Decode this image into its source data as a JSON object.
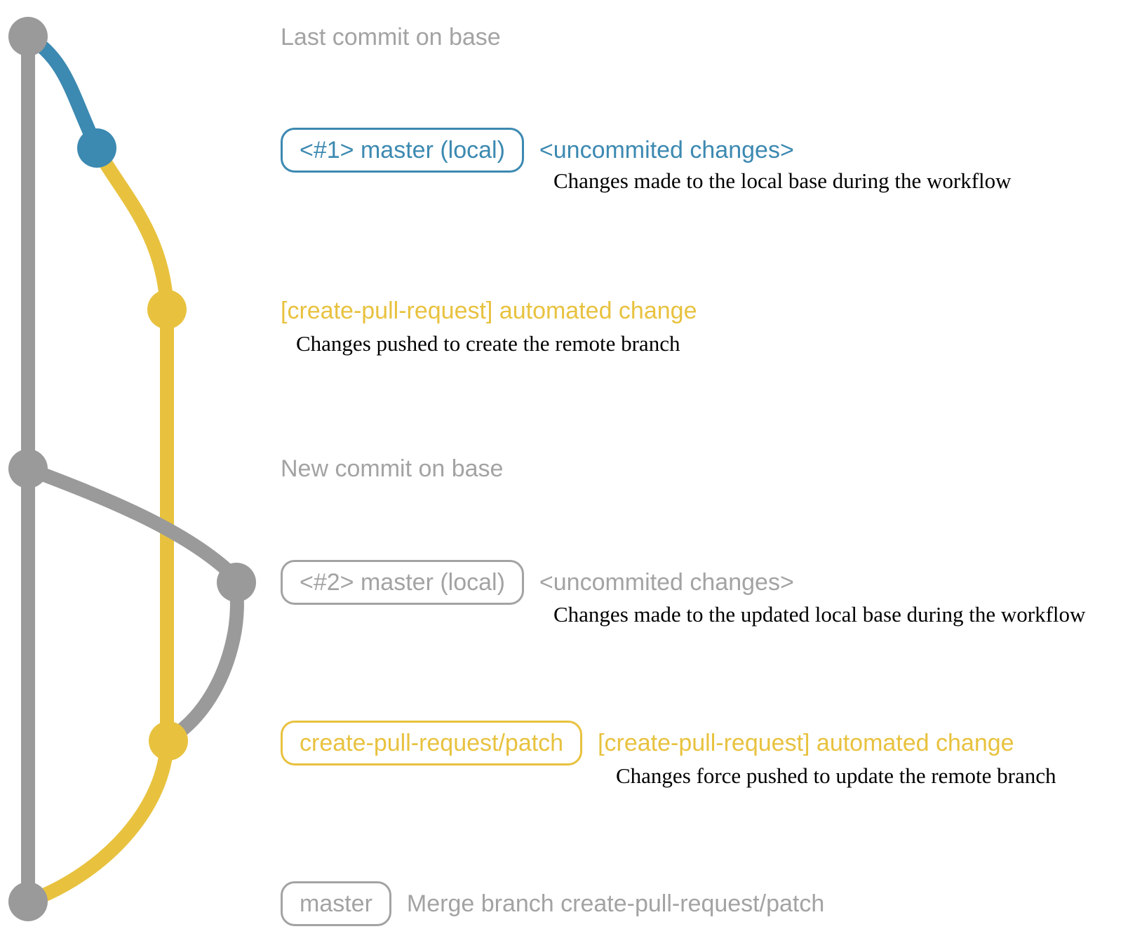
{
  "colors": {
    "gray": "#9a9a9a",
    "grayText": "#a3a3a3",
    "blue": "#3c89b1",
    "yellow": "#e8c23f",
    "ink": "#000000"
  },
  "rows": [
    {
      "title": "Last commit on base"
    },
    {
      "badge": "<#1> master (local)",
      "annotation": "<uncommited changes>",
      "description": "Changes made to the local base during the workflow"
    },
    {
      "annotation": "[create-pull-request] automated change",
      "description": "Changes pushed to create the remote branch"
    },
    {
      "title": "New commit on base"
    },
    {
      "badge": "<#2> master (local)",
      "annotation": "<uncommited changes>",
      "description": "Changes made to the updated local base during the workflow"
    },
    {
      "badge": "create-pull-request/patch",
      "annotation": "[create-pull-request] automated change",
      "description": "Changes force pushed to update the remote branch"
    },
    {
      "badge": "master",
      "annotation": "Merge branch create-pull-request/patch"
    }
  ]
}
